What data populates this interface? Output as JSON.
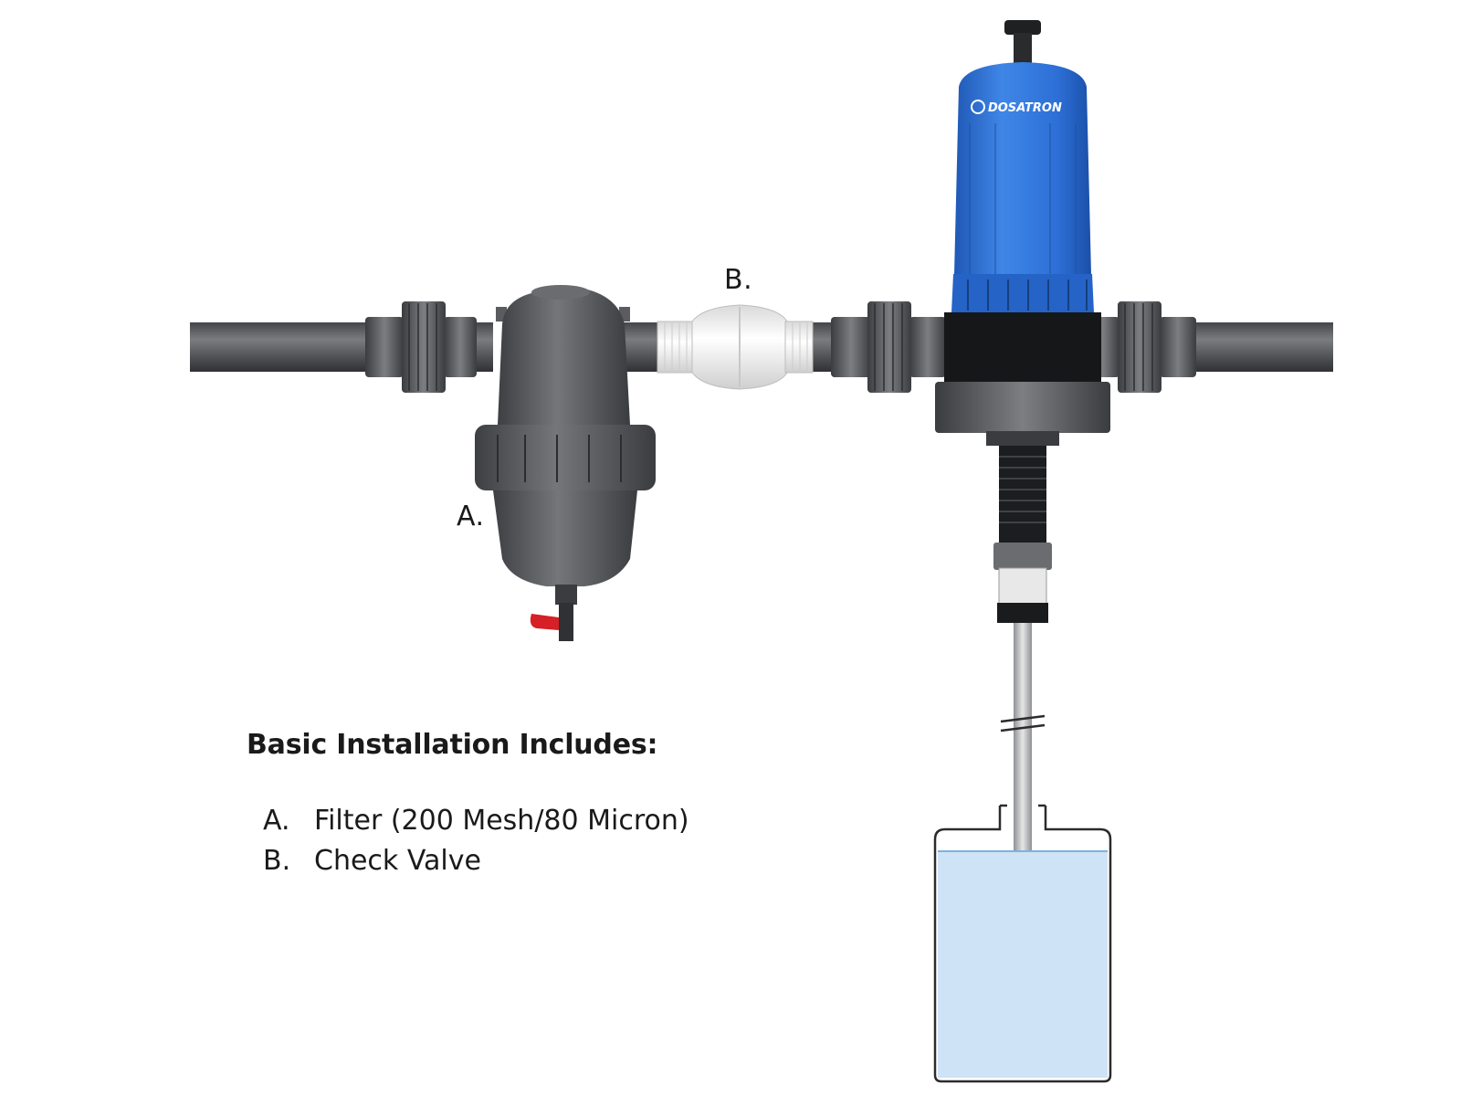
{
  "diagram": {
    "brand_logo_text": "DOSATRON",
    "callouts": {
      "filter": "A.",
      "check_valve": "B."
    }
  },
  "legend": {
    "title": "Basic Installation Includes:",
    "items": [
      {
        "key": "A.",
        "label": "Filter (200 Mesh/80 Micron)"
      },
      {
        "key": "B.",
        "label": "Check Valve"
      }
    ]
  },
  "colors": {
    "pipe": "#5b5d61",
    "pipe_dark": "#3b3d40",
    "dosatron_blue": "#2f6fd3",
    "valve_handle": "#d61f26",
    "check_valve": "#f2f2f2",
    "tank_water": "#cfe3f7",
    "tank_outline": "#2b2b2b"
  }
}
